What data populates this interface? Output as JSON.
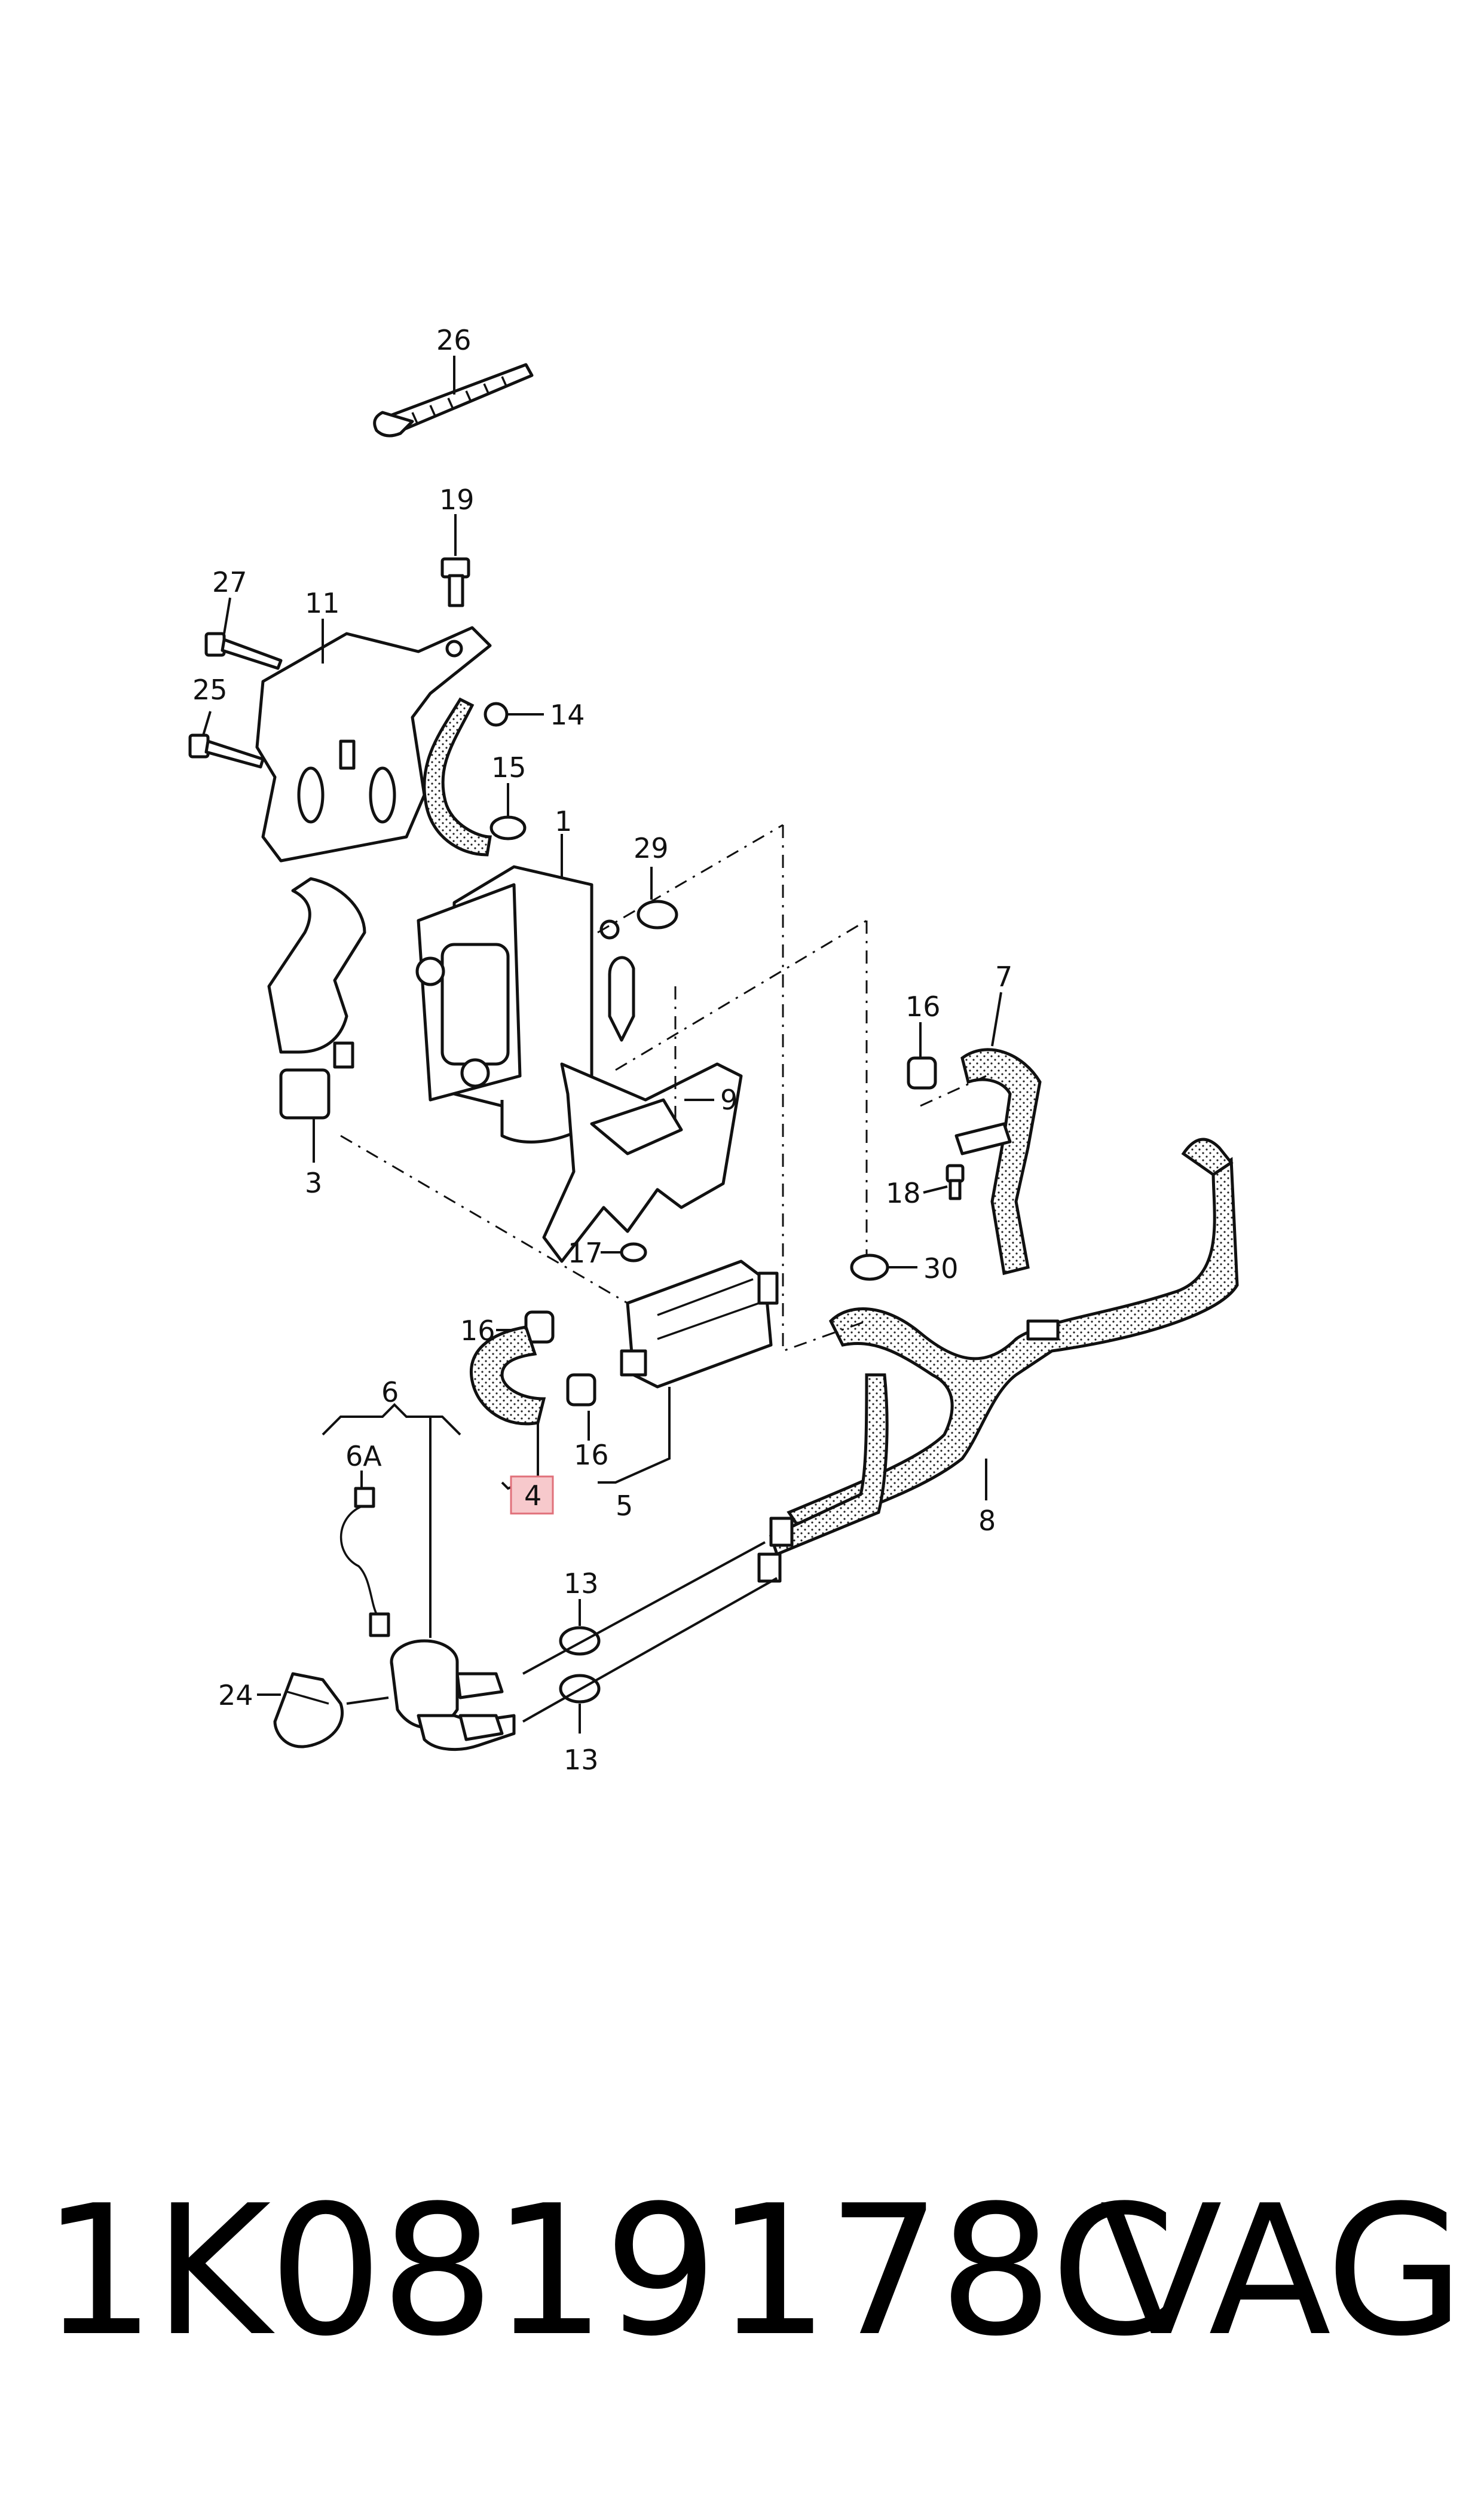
{
  "diagram": {
    "callouts": {
      "c26": "26",
      "c19": "19",
      "c27": "27",
      "c11": "11",
      "c25": "25",
      "c14": "14",
      "c15": "15",
      "c1": "1",
      "c29": "29",
      "c3": "3",
      "c7": "7",
      "c16a": "16",
      "c9": "9",
      "c18": "18",
      "c17": "17",
      "c30": "30",
      "c16b": "16",
      "c16c": "16",
      "c6": "6",
      "c6a": "6A",
      "c4": "4",
      "c5": "5",
      "c8": "8",
      "c13a": "13",
      "c13b": "13",
      "c24": "24"
    },
    "highlighted_callout": "4",
    "highlight_color": "#f7c9cc"
  },
  "footer": {
    "part_number": "1K0819178C",
    "brand": "VAG"
  }
}
